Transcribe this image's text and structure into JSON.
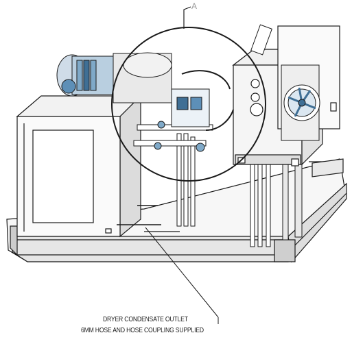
{
  "detail_callout": {
    "label": "A"
  },
  "note": {
    "line1": "DRYER CONDENSATE OUTLET",
    "line2": "6MM HOSE AND HOSE COUPLING SUPPLIED"
  },
  "colors": {
    "line": "#1a1a1a",
    "metal_fill": "#eeeeee",
    "motor_blue": "#7fa9c8",
    "dark_blue": "#3f6f95",
    "accent_blue": "#5d8fb7",
    "frame_shade": "#d9d9d9"
  },
  "icons": [
    "cooling-fan",
    "electric-motor",
    "panel-vent-louvres"
  ]
}
